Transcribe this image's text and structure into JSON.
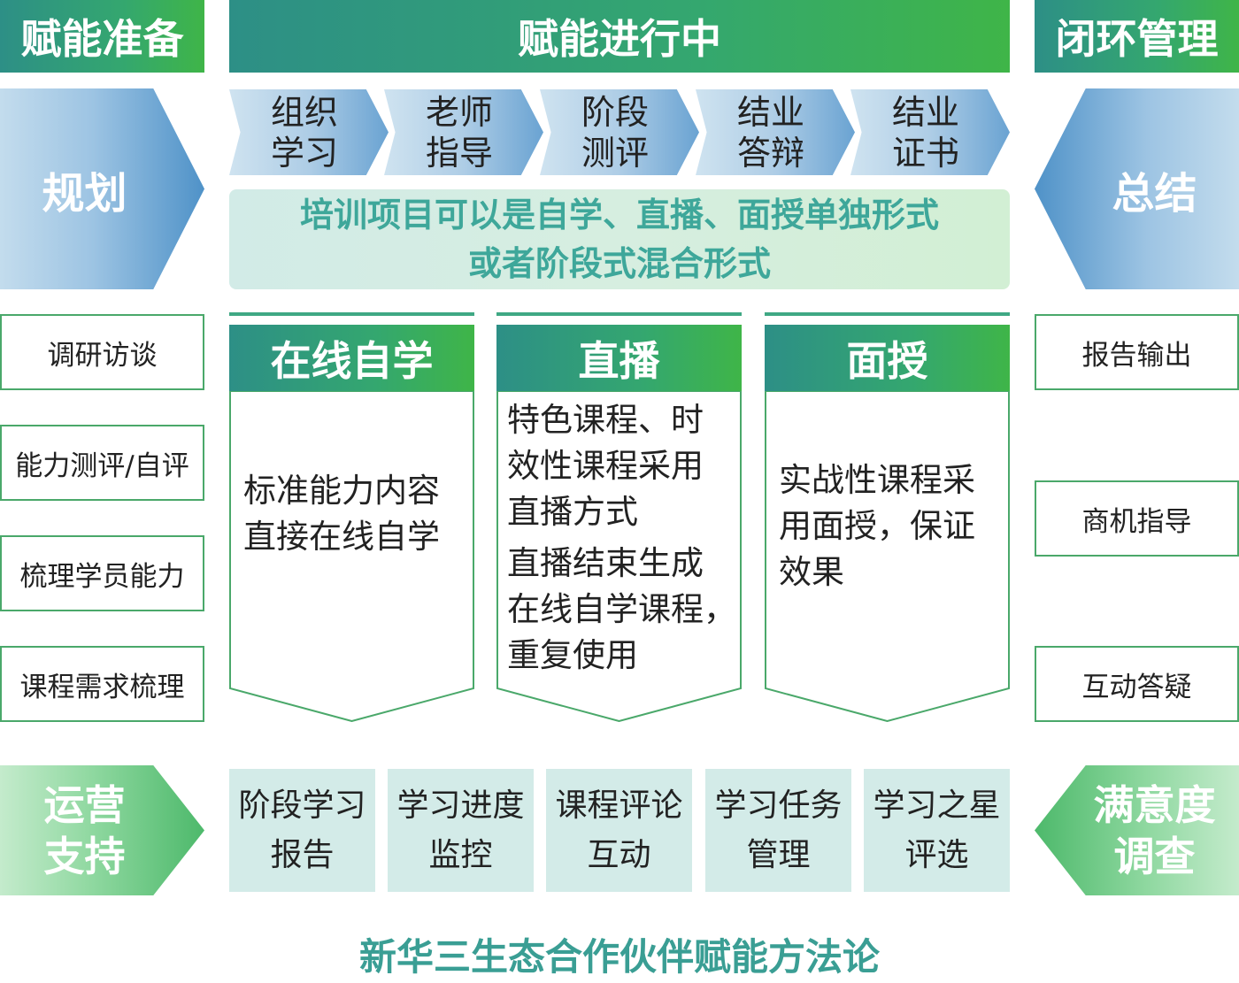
{
  "headers": {
    "left": "赋能准备",
    "center": "赋能进行中",
    "right": "闭环管理"
  },
  "chevrons": {
    "plan": "规划",
    "summary": "总结",
    "ops_line1": "运营",
    "ops_line2": "支持",
    "satisfaction_line1": "满意度",
    "satisfaction_line2": "调查"
  },
  "steps": [
    {
      "line1": "组织",
      "line2": "学习"
    },
    {
      "line1": "老师",
      "line2": "指导"
    },
    {
      "line1": "阶段",
      "line2": "测评"
    },
    {
      "line1": "结业",
      "line2": "答辩"
    },
    {
      "line1": "结业",
      "line2": "证书"
    }
  ],
  "band": {
    "line1": "培训项目可以是自学、直播、面授单独形式",
    "line2": "或者阶段式混合形式"
  },
  "left_items": [
    "调研访谈",
    "能力测评/自评",
    "梳理学员能力",
    "课程需求梳理"
  ],
  "right_items": [
    "报告输出",
    "商机指导",
    "互动答疑"
  ],
  "columns": [
    {
      "title": "在线自学",
      "lines": [
        "标准能力内容",
        "直接在线自学"
      ]
    },
    {
      "title": "直播",
      "lines": [
        "特色课程、时",
        "效性课程采用",
        "直播方式",
        "直播结束生成",
        "在线自学课程，",
        "重复使用"
      ]
    },
    {
      "title": "面授",
      "lines": [
        "实战性课程采",
        "用面授，保证",
        "效果"
      ]
    }
  ],
  "tiles": [
    {
      "line1": "阶段学习",
      "line2": "报告"
    },
    {
      "line1": "学习进度",
      "line2": "监控"
    },
    {
      "line1": "课程评论",
      "line2": "互动"
    },
    {
      "line1": "学习任务",
      "line2": "管理"
    },
    {
      "line1": "学习之星",
      "line2": "评选"
    }
  ],
  "footer": "新华三生态合作伙伴赋能方法论",
  "colors": {
    "header_green": "#2d8f86",
    "accent_green": "#3fb548",
    "chevron_blue": "#4f92c8",
    "band_text": "#3ea79a",
    "footer_text": "#3a9e94",
    "box_border": "#4aa86a"
  }
}
